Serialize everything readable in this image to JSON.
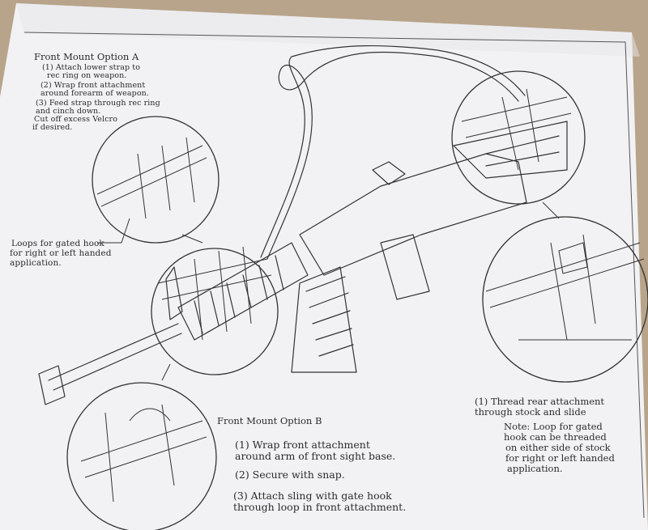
{
  "option_a": {
    "title": "Front Mount Option A",
    "step1a": "(1) Attach lower strap to",
    "step1b": "rec ring on weapon.",
    "step2a": "(2) Wrap front attachment",
    "step2b": "around forearm of weapon.",
    "step3a": "(3) Feed strap through rec ring",
    "step3b": "and cinch down.",
    "step3c": "Cut off excess Velcro",
    "step3d": "if desired."
  },
  "loops_note": {
    "line1": "Loops for gated hook",
    "line2": "for right or left handed",
    "line3": "application."
  },
  "option_b": {
    "title": "Front Mount Option B",
    "step1a": "(1) Wrap front attachment",
    "step1b": "around arm of front sight base.",
    "step2": "(2) Secure with snap.",
    "step3a": "(3) Attach sling with gate hook",
    "step3b": "through loop in front attachment."
  },
  "rear": {
    "step1a": "(1) Thread rear attachment",
    "step1b": "through stock and slide",
    "note1": "Note: Loop for gated",
    "note2": "hook can be threaded",
    "note3": "on either side of stock",
    "note4": "for right or left handed",
    "note5": "application."
  },
  "colors": {
    "paper": "#f3f3f5",
    "ink": "#2b2b2b",
    "table": "#b8a48a"
  }
}
